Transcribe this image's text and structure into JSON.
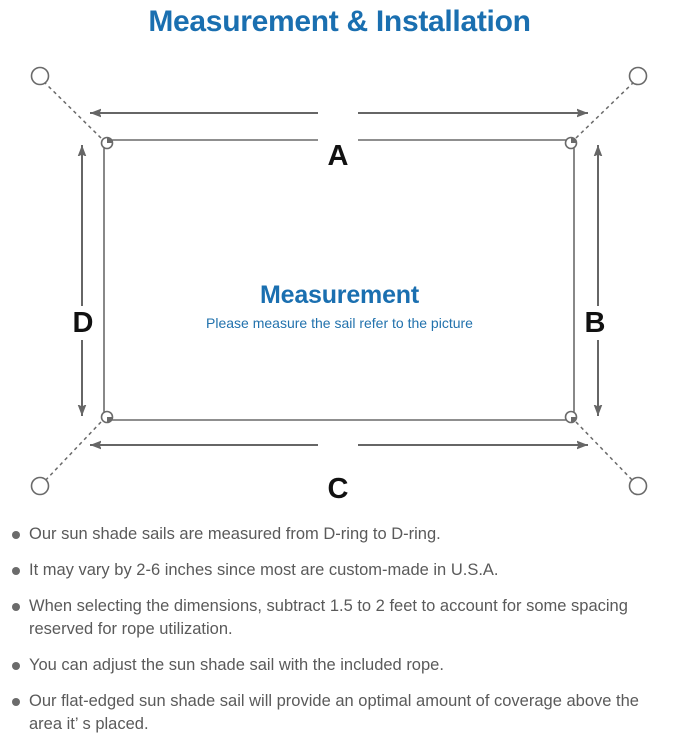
{
  "page": {
    "title": "Measurement & Installation",
    "title_color": "#1a6fb0"
  },
  "diagram": {
    "center_title": "Measurement",
    "center_subtitle": "Please measure the sail refer to the picture",
    "center_title_color": "#1a6fb0",
    "center_subtitle_color": "#2272ad",
    "line_color": "#666666",
    "dimensions": {
      "top": "A",
      "right": "B",
      "bottom": "C",
      "left": "D"
    },
    "elements": {
      "sail_name": "sail-rectangle",
      "dring_name": "d-ring",
      "anchor_name": "anchor-point",
      "rope_name": "rope-dashed-line"
    }
  },
  "notes": [
    "Our sun shade sails are measured from D-ring to D-ring.",
    "It may vary by 2-6 inches since most are custom-made in U.S.A.",
    "When selecting the dimensions, subtract 1.5 to 2 feet to account for some spacing reserved for rope utilization.",
    "You can adjust the sun shade sail with the included rope.",
    "Our flat-edged sun shade sail will provide an optimal amount of coverage above the area it’ s placed."
  ]
}
